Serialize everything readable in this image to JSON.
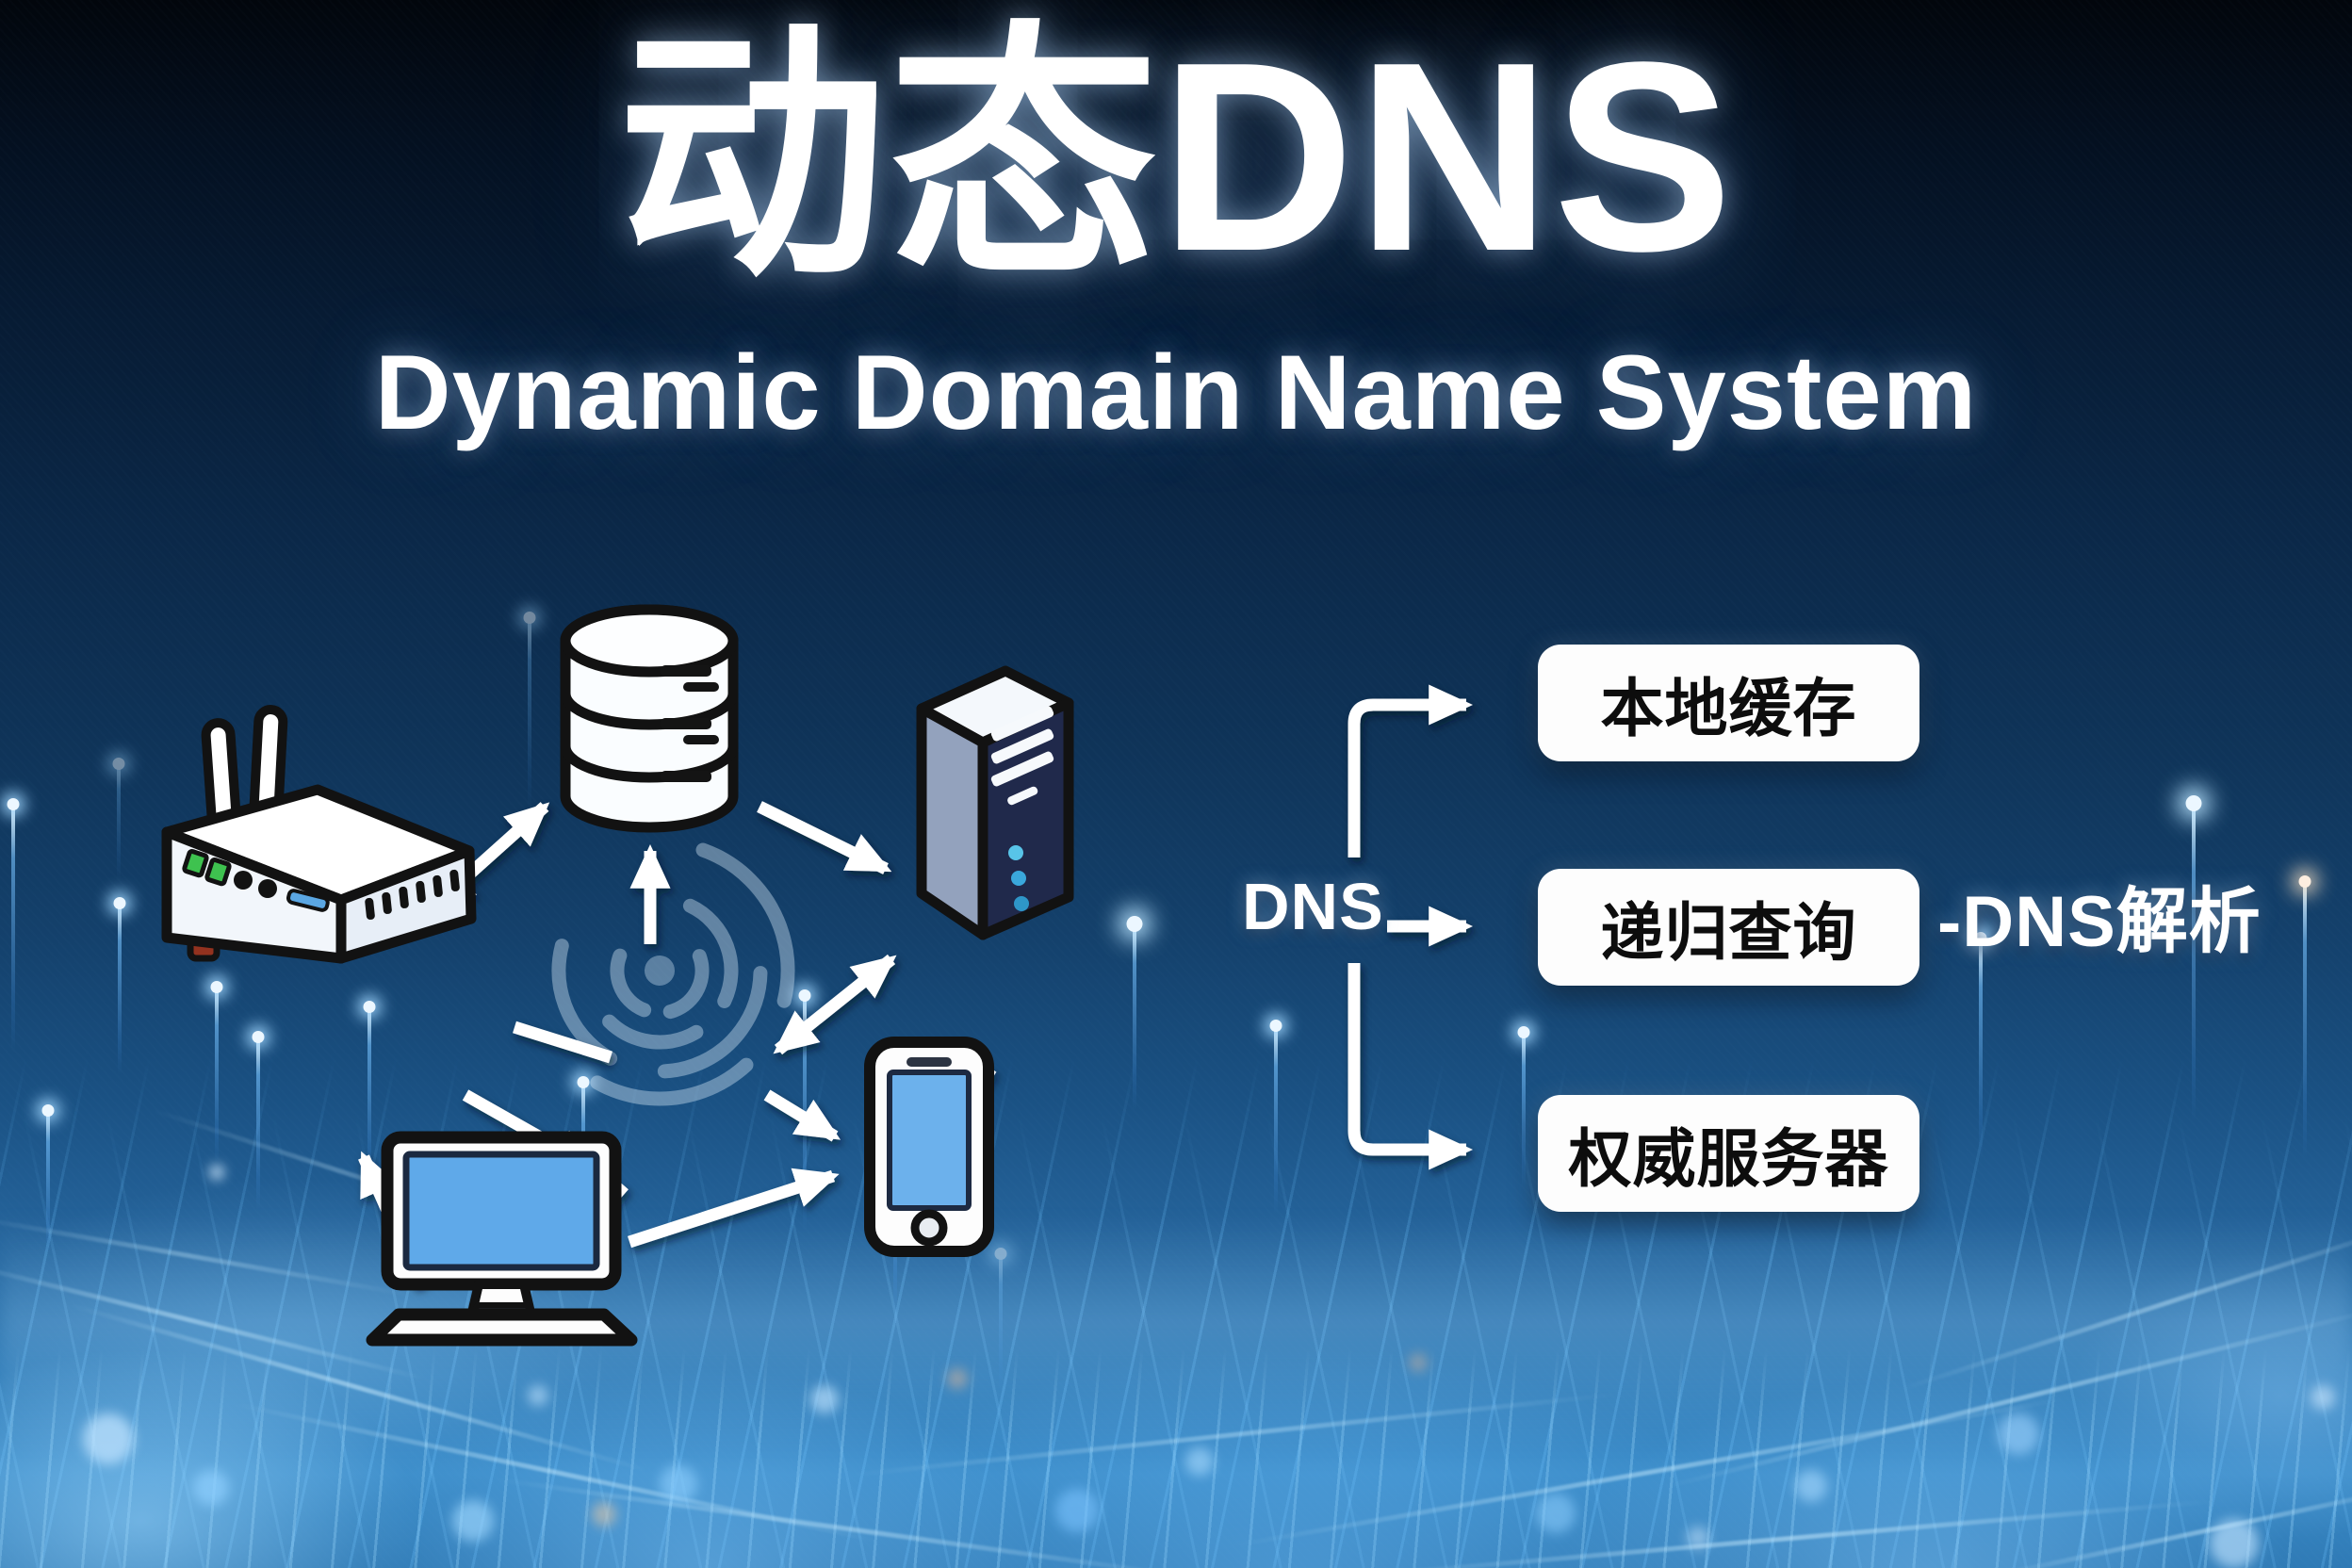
{
  "title": "动态DNS",
  "subtitle": "Dynamic Domain Name System",
  "flowchart": {
    "dns_label": "DNS",
    "steps": [
      {
        "label": "本地缓存"
      },
      {
        "label": "递归查询"
      },
      {
        "label": "权威服务器"
      }
    ],
    "side_label": "-DNS解析"
  },
  "network_diagram": {
    "icons": [
      "router-icon",
      "database-icon",
      "server-tower-icon",
      "wifi-hub-icon",
      "desktop-computer-icon",
      "smartphone-icon"
    ]
  },
  "colors": {
    "background_top": "#02060c",
    "background_mid": "#0f3459",
    "background_bottom": "#3b8cc9",
    "glow_cyan": "#5ec2ff",
    "box_bg": "#fdfdfd",
    "box_text": "#0d0d0d",
    "title_text": "#ffffff",
    "screen_blue": "#5fa9e9",
    "led_green": "#3ec24f",
    "usb_blue": "#5ba7e3",
    "server_front": "#20294b",
    "outline_black": "#121212"
  }
}
